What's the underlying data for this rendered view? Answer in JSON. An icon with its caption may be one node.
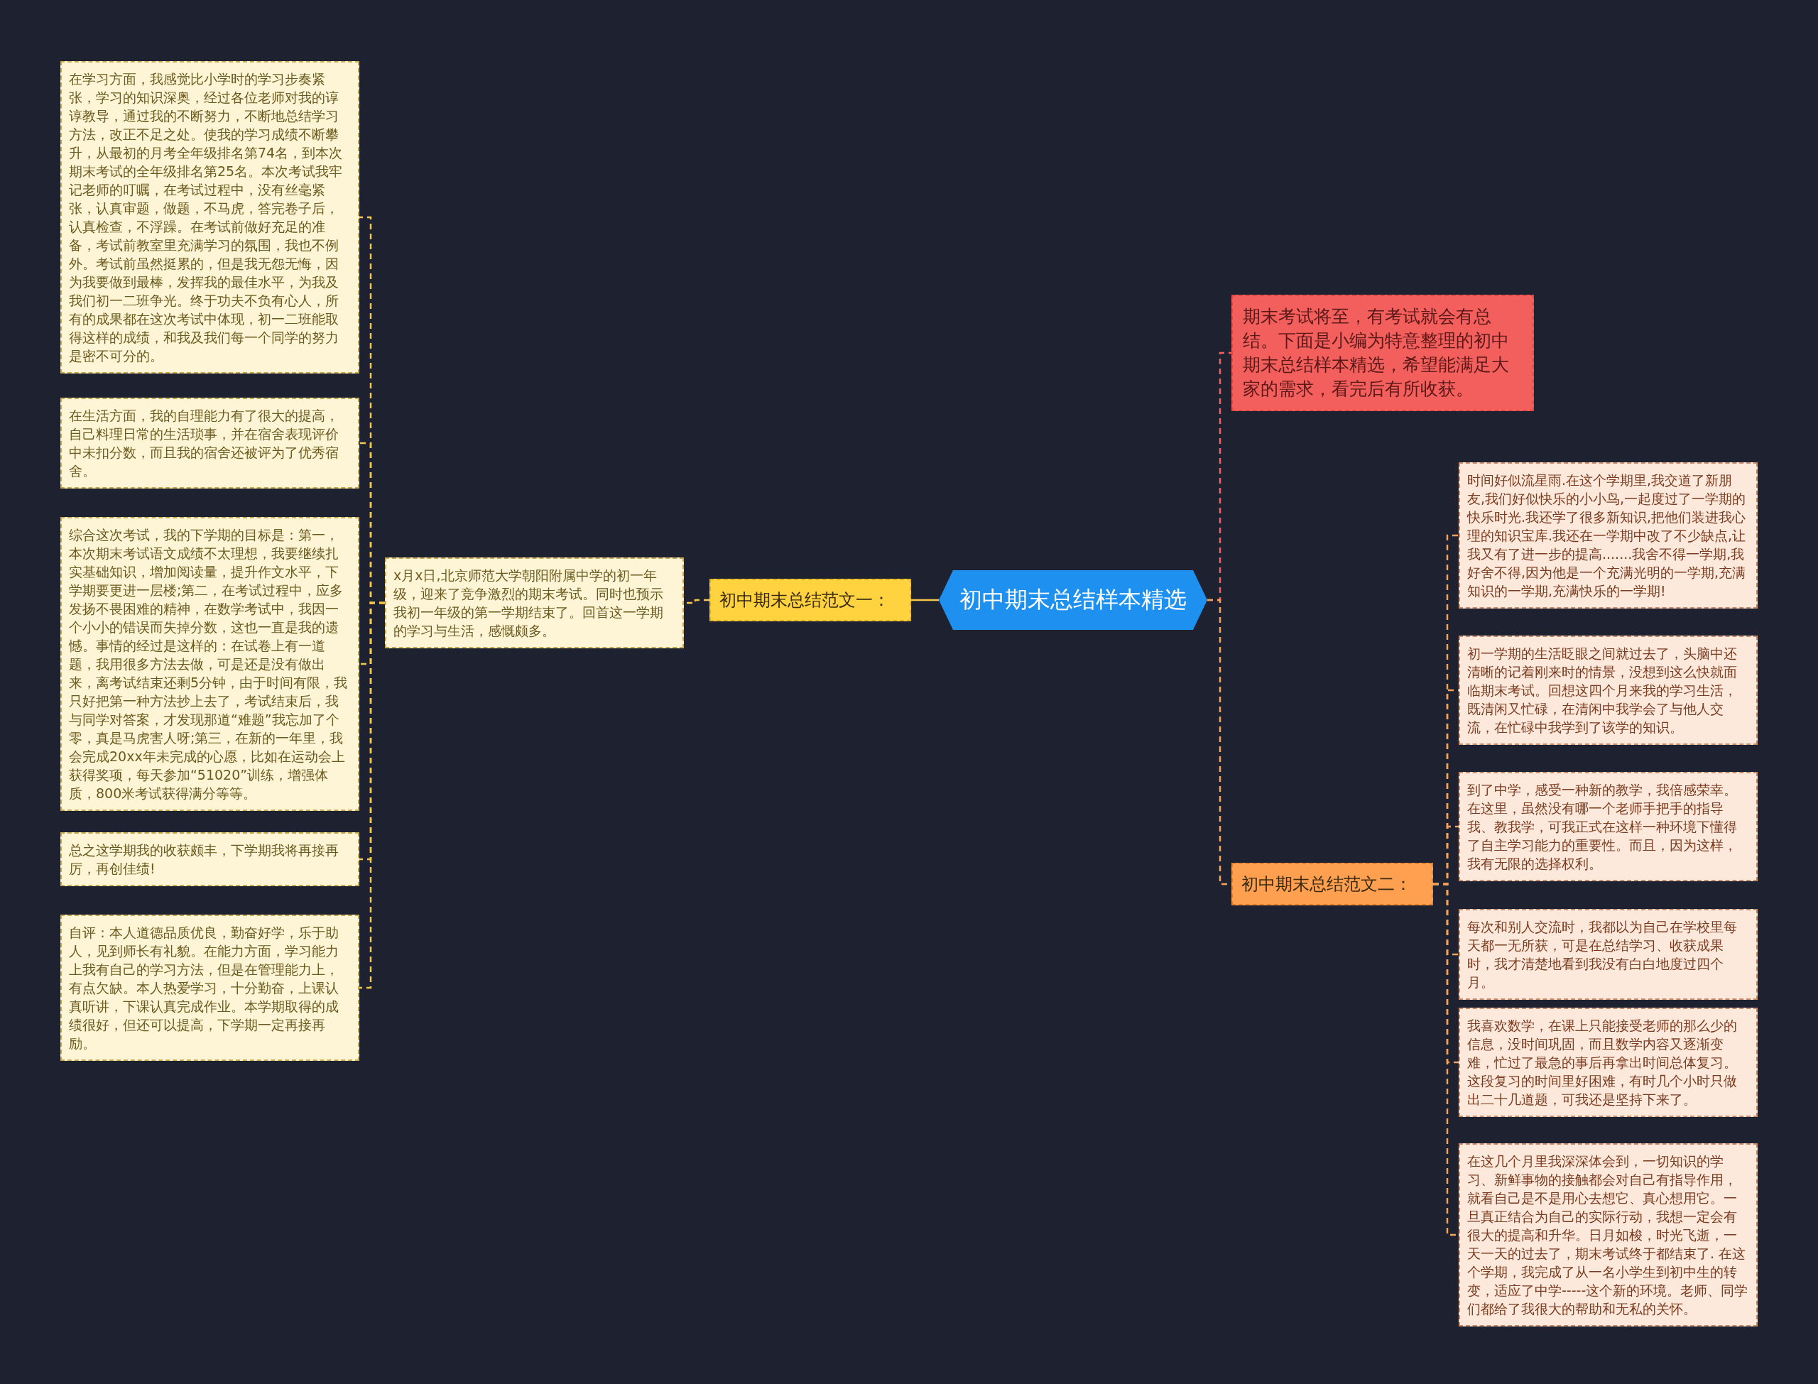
{
  "diagram": {
    "nodes": [
      {
        "text": [
          "初中期末总结样本精选"
        ]
      },
      {
        "text": [
          "期末考试将至，有考试就会有总结。下面是小编为特意整理的初中期末总结样本精选，希望能满足大家的需求，看完后有所收获。"
        ]
      },
      {
        "text": [
          "初中期末总结范文一："
        ]
      },
      {
        "text": [
          "x月x日,北京师范大学朝阳附属中学的初一年级，迎来了竞争激烈的期末考试。同时也预示我初一年级的第一学期结束了。回首这一学期的学习与生活，感慨颇多。"
        ]
      },
      {
        "text": [
          "在学习方面，我感觉比小学时的学习步奏紧张，学习的知识深奥，经过各位老师对我的谆谆教导，通过我的不断努力，不断地总结学习方法，改正不足之处。使我的学习成绩不断攀升，从最初的月考全年级排名第74名，到本次期末考试的全年级排名第25名。本次考试我牢记老师的叮嘱，在考试过程中，没有丝毫紧张，认真审题，做题，不马虎，答完卷子后，认真检查，不浮躁。在考试前做好充足的准备，考试前教室里充满学习的氛围，我也不例外。考试前虽然挺累的，但是我无怨无悔，因为我要做到最棒，发挥我的最佳水平，为我及我们初一二班争光。终于功夫不负有心人，所有的成果都在这次考试中体现，初一二班能取得这样的成绩，和我及我们每一个同学的努力是密不可分的。"
        ]
      },
      {
        "text": [
          "在生活方面，我的自理能力有了很大的提高，自己料理日常的生活琐事，并在宿舍表现评价中未扣分数，而且我的宿舍还被评为了优秀宿舍。"
        ]
      },
      {
        "text": [
          "综合这次考试，我的下学期的目标是：第一，本次期末考试语文成绩不太理想，我要继续扎实基础知识，增加阅读量，提升作文水平，下学期要更进一层楼;第二，在考试过程中，应多发扬不畏困难的精神，在数学考试中，我因一个小小的错误而失掉分数，这也一直是我的遗憾。事情的经过是这样的：在试卷上有一道题，我用很多方法去做，可是还是没有做出来，离考试结束还剩5分钟，由于时间有限，我只好把第一种方法抄上去了，考试结束后，我与同学对答案，才发现那道“难题”我忘加了个零，真是马虎害人呀;第三，在新的一年里，我会完成20xx年未完成的心愿，比如在运动会上获得奖项，每天参加“51020”训练，增强体质，800米考试获得满分等等。"
        ]
      },
      {
        "text": [
          "总之这学期我的收获颇丰，下学期我将再接再厉，再创佳绩!"
        ]
      },
      {
        "text": [
          "自评：本人道德品质优良，勤奋好学，乐于助人，见到师长有礼貌。在能力方面，学习能力上我有自己的学习方法，但是在管理能力上，有点欠缺。本人热爱学习，十分勤奋，上课认真听讲，下课认真完成作业。本学期取得的成绩很好，但还可以提高，下学期一定再接再励。"
        ]
      },
      {
        "text": [
          "初中期末总结范文二："
        ]
      },
      {
        "text": [
          "时间好似流星雨.在这个学期里,我交道了新朋友,我们好似快乐的小小鸟,一起度过了一学期的快乐时光.我还学了很多新知识,把他们装进我心理的知识宝库.我还在一学期中改了不少缺点,让我又有了进一步的提高.......我舍不得一学期,我好舍不得,因为他是一个充满光明的一学期,充满知识的一学期,充满快乐的一学期!"
        ]
      },
      {
        "text": [
          "初一学期的生活眨眼之间就过去了，头脑中还清晰的记着刚来时的情景，没想到这么快就面临期末考试。回想这四个月来我的学习生活，既清闲又忙碌，在清闲中我学会了与他人交流，在忙碌中我学到了该学的知识。"
        ]
      },
      {
        "text": [
          "到了中学，感受一种新的教学，我倍感荣幸。在这里，虽然没有哪一个老师手把手的指导我、教我学，可我正式在这样一种环境下懂得了自主学习能力的重要性。而且，因为这样，我有无限的选择权利。"
        ]
      },
      {
        "text": [
          "每次和别人交流时，我都以为自己在学校里每天都一无所获，可是在总结学习、收获成果时，我才清楚地看到我没有白白地度过四个月。"
        ]
      },
      {
        "text": [
          "我喜欢数学，在课上只能接受老师的那么少的信息，没时间巩固，而且数学内容又逐渐变难，忙过了最急的事后再拿出时间总体复习。这段复习的时间里好困难，有时几个小时只做出二十几道题，可我还是坚持下来了。"
        ]
      },
      {
        "text": [
          "在这几个月里我深深体会到，一切知识的学习、新鲜事物的接触都会对自己有指导作用，就看自己是不是用心去想它、真心想用它。一旦真正结合为自己的实际行动，我想一定会有很大的提高和升华。日月如梭，时光飞逝，一天一天的过去了，期末考试终于都结束了. 在这个学期，我完成了从一名小学生到初中生的转变，适应了中学-----这个新的环境。老师、同学们都给了我很大的帮助和无私的关怀。"
        ]
      }
    ],
    "edges": [
      {
        "from": 0,
        "to": 2,
        "arrow": "none",
        "color": "#f5c84c"
      },
      {
        "from": 2,
        "to": 3,
        "arrow": "none",
        "style": "dashed",
        "color": "#f5c84c"
      },
      {
        "from": 3,
        "to": 4,
        "arrow": "none",
        "style": "dashed",
        "color": "#f5c84c"
      },
      {
        "from": 3,
        "to": 5,
        "arrow": "none",
        "style": "dashed",
        "color": "#f5c84c"
      },
      {
        "from": 3,
        "to": 6,
        "arrow": "none",
        "style": "dashed",
        "color": "#f5c84c"
      },
      {
        "from": 3,
        "to": 7,
        "arrow": "none",
        "style": "dashed",
        "color": "#f5c84c"
      },
      {
        "from": 3,
        "to": 8,
        "arrow": "none",
        "style": "dashed",
        "color": "#f5c84c"
      },
      {
        "from": 0,
        "to": 1,
        "arrow": "none",
        "style": "dashed",
        "color": "#f06262"
      },
      {
        "from": 0,
        "to": 9,
        "arrow": "none",
        "style": "dashed",
        "color": "#f4a259"
      },
      {
        "from": 9,
        "to": 10,
        "arrow": "none",
        "style": "dashed",
        "color": "#f4a259"
      },
      {
        "from": 9,
        "to": 11,
        "arrow": "none",
        "style": "dashed",
        "color": "#f4a259"
      },
      {
        "from": 9,
        "to": 12,
        "arrow": "none",
        "style": "dashed",
        "color": "#f4a259"
      },
      {
        "from": 9,
        "to": 13,
        "arrow": "none",
        "style": "dashed",
        "color": "#f4a259"
      },
      {
        "from": 9,
        "to": 14,
        "arrow": "none",
        "style": "dashed",
        "color": "#f4a259"
      },
      {
        "from": 9,
        "to": 15,
        "arrow": "none",
        "style": "dashed",
        "color": "#f4a259"
      }
    ]
  }
}
